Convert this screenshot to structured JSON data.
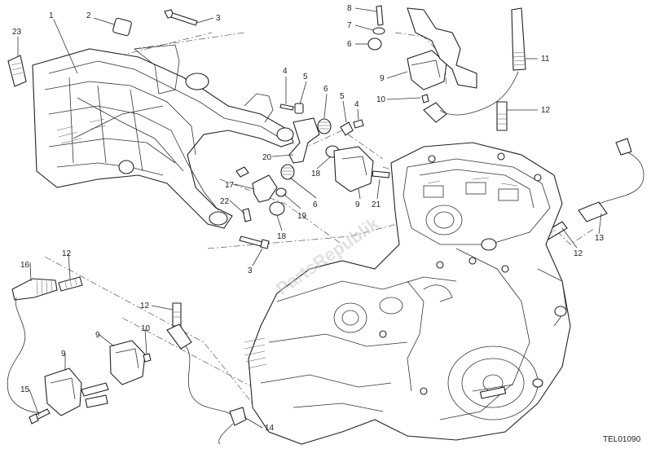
{
  "diagram": {
    "drawing_code": "TEL01090",
    "watermark": "PartsRepublik",
    "callouts": [
      "23",
      "1",
      "2",
      "3",
      "8",
      "7",
      "6",
      "9",
      "10",
      "11",
      "12",
      "4",
      "5",
      "6",
      "5",
      "4",
      "20",
      "18",
      "17",
      "22",
      "9",
      "21",
      "19",
      "18",
      "6",
      "3",
      "16",
      "12",
      "13",
      "12",
      "12",
      "9",
      "10",
      "9",
      "15",
      "14"
    ]
  }
}
